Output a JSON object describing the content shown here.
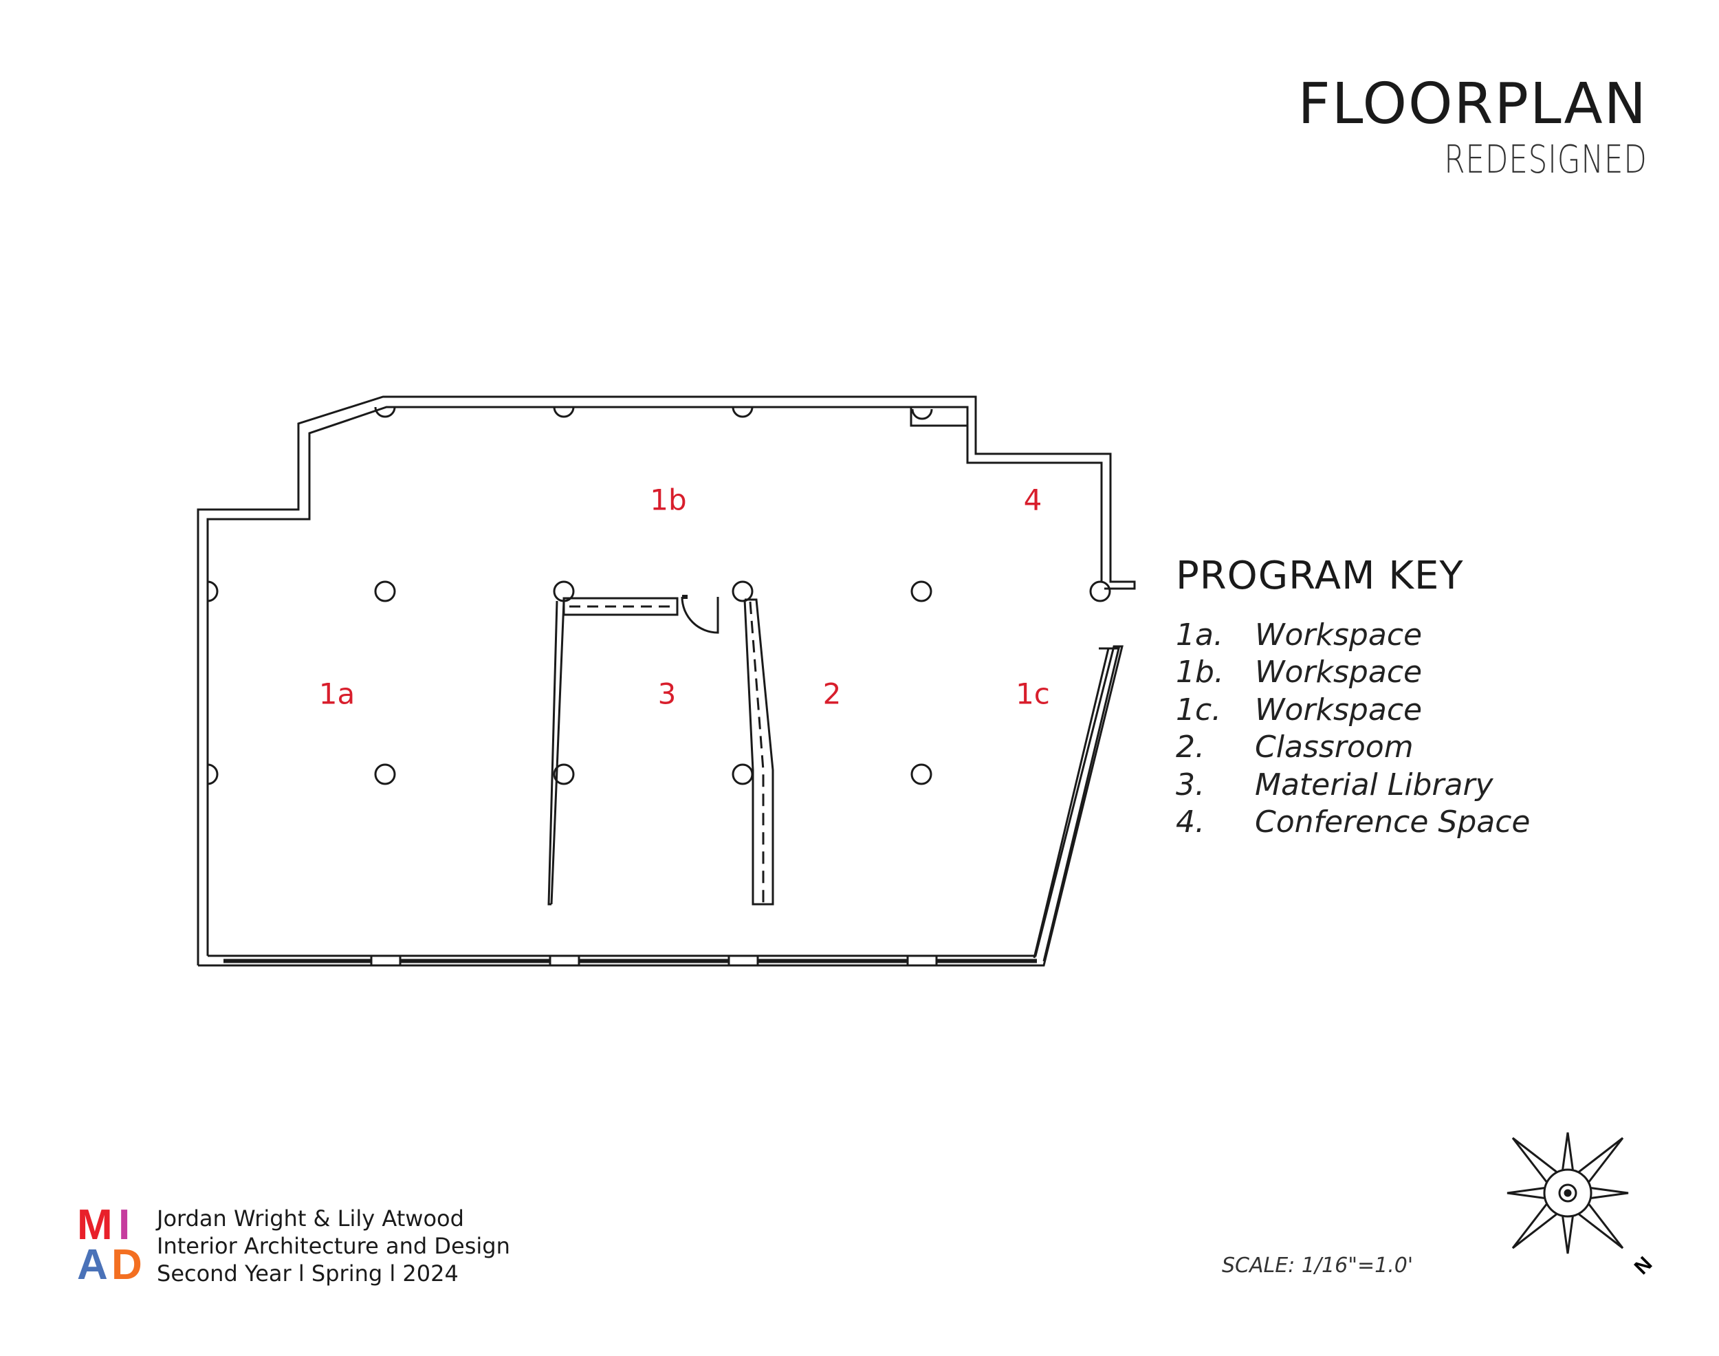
{
  "header": {
    "title": "FLOORPLAN",
    "subtitle": "REDESIGNED"
  },
  "rooms": [
    "1a",
    "1b",
    "1c",
    "2",
    "3",
    "4"
  ],
  "program_key": {
    "title": "PROGRAM KEY",
    "items": [
      {
        "num": "1a.",
        "label": "Workspace"
      },
      {
        "num": "1b.",
        "label": "Workspace"
      },
      {
        "num": "1c.",
        "label": "Workspace"
      },
      {
        "num": "2.",
        "label": "Classroom"
      },
      {
        "num": "3.",
        "label": "Material Library"
      },
      {
        "num": "4.",
        "label": "Conference Space"
      }
    ]
  },
  "scale": "SCALE: 1/16\"=1.0'",
  "credits": {
    "line1": "Jordan Wright & Lily Atwood",
    "line2": "Interior Architecture and Design",
    "line3": "Second Year l Spring l  2024"
  },
  "logo": {
    "letters": [
      "M",
      "I",
      "A",
      "D"
    ],
    "colors": {
      "M": "#e8202a",
      "I": "#c63c9e",
      "A": "#4a72b8",
      "D": "#f36f21"
    }
  },
  "compass": {
    "label": "N"
  },
  "colors": {
    "room_label": "#d81e2c",
    "linework": "#1a1a1a"
  }
}
